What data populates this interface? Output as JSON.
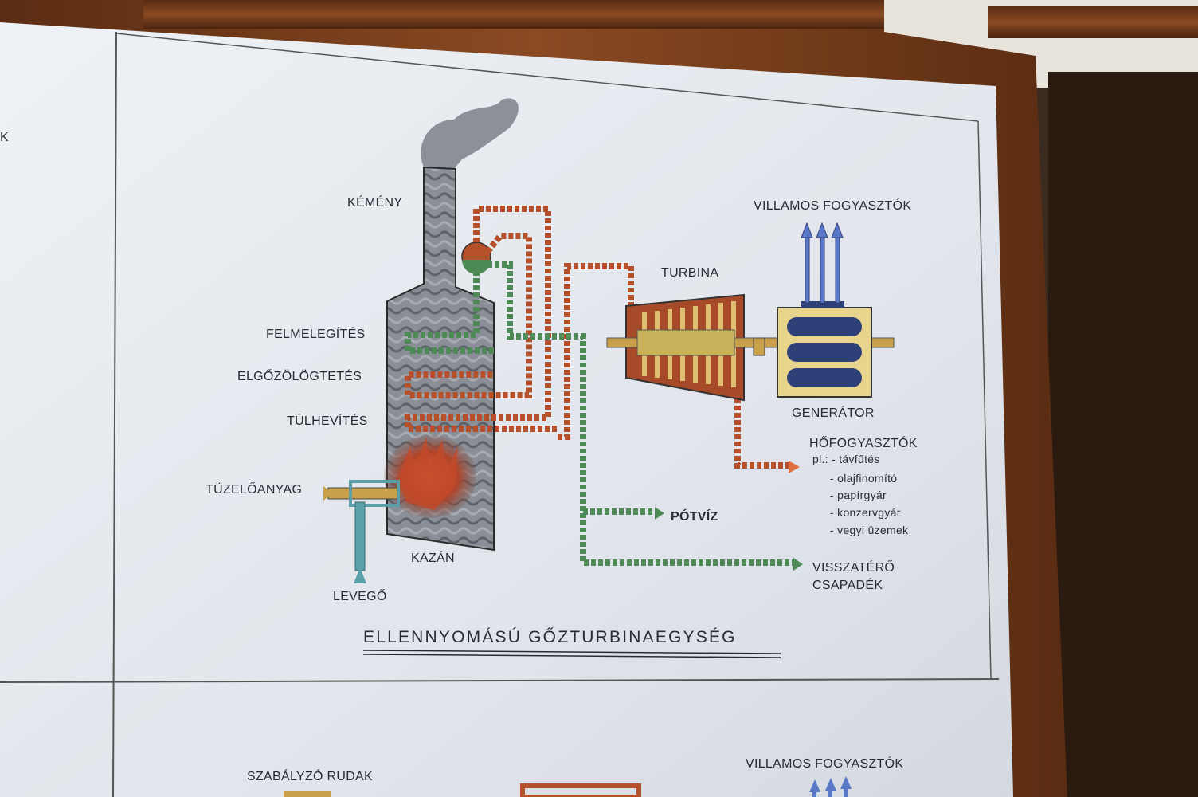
{
  "title": "ELLENNYOMÁSÚ GŐZTURBINAEGYSÉG",
  "labels": {
    "chimney": "KÉMÉNY",
    "heating": "FELMELEGÍTÉS",
    "evaporation": "ELGŐZÖLÖGTETÉS",
    "superheating": "TÚLHEVÍTÉS",
    "fuel": "TÜZELŐANYAG",
    "air": "LEVEGŐ",
    "boiler": "KAZÁN",
    "turbine": "TURBINA",
    "generator": "GENERÁTOR",
    "electric_consumers": "VILLAMOS FOGYASZTÓK",
    "heat_consumers": "HŐFOGYASZTÓK",
    "makeup_water": "PÓTVÍZ",
    "return_condensate_1": "VISSZATÉRŐ",
    "return_condensate_2": "CSAPADÉK",
    "lower_control_rods": "SZABÁLYZÓ RUDAK",
    "lower_electric_consumers": "VILLAMOS FOGYASZTÓK",
    "left_edge_glyph": "K"
  },
  "heat_consumers_list": [
    "pl.: - távfűtés",
    "- olajfinomító",
    "- papírgyár",
    "- konzervgyár",
    "- vegyi üzemek"
  ],
  "colors": {
    "steam_pipe": "#b5502a",
    "water_pipe": "#4e8a55",
    "fuel_pipe": "#c9a14a",
    "air_pipe": "#5aa0a8",
    "frame_wood": "#7a3e1a",
    "board": "#e4e8ee",
    "generator_body": "#e8d48a",
    "generator_coil": "#2f3f78",
    "arrow_blue": "#5a78c8"
  }
}
